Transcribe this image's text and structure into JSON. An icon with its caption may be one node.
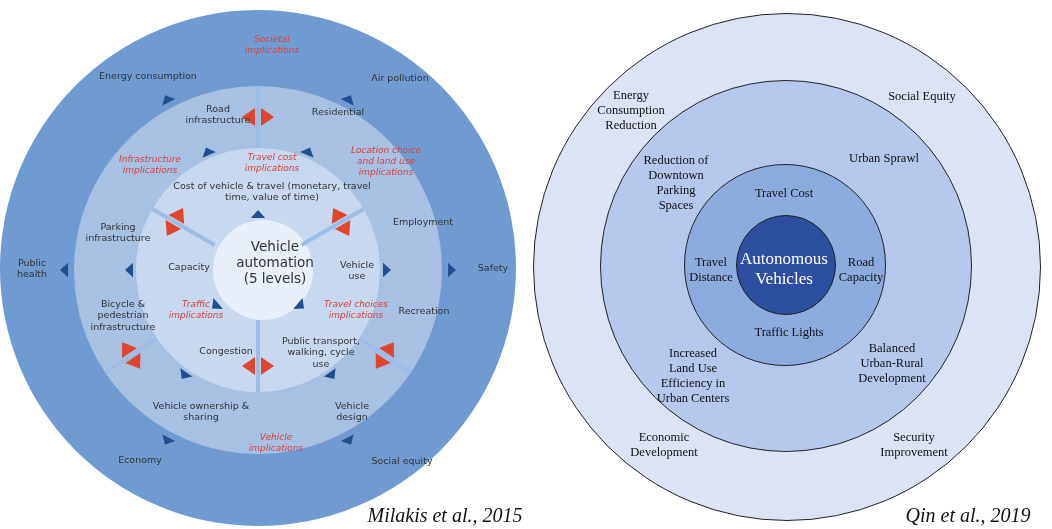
{
  "diagram": {
    "nodes": [
      {
        "text": [],
        "shape": "circle"
      },
      {
        "text": [],
        "shape": "circle",
        "in": 0
      },
      {
        "text": [],
        "shape": "circle",
        "in": 1
      },
      {
        "text": [
          "Vehicle automation (5 levels)"
        ],
        "in": 2
      },
      {
        "text": [],
        "shape": "circle"
      },
      {
        "text": [],
        "shape": "circle",
        "in": 4
      },
      {
        "text": [],
        "shape": "circle",
        "in": 5
      },
      {
        "text": [
          "Autonomous Vehicles"
        ],
        "in": 6
      }
    ],
    "edges": [],
    "labels": [
      "Societal implications",
      "Energy consumption",
      "Air pollution",
      "Road infrastructure",
      "Residential",
      "Infrastructure implications",
      "Travel cost implications",
      "Location choice and land use implications",
      "Cost of vehicle & travel (monetary, travel time, value of time)",
      "Parking infrastructure",
      "Employment",
      "Public health",
      "Capacity",
      "Vehicle use",
      "Safety",
      "Bicycle & pedestrian infrastructure",
      "Traffic implications",
      "Travel choices implications",
      "Recreation",
      "Congestion",
      "Public transport, walking, cycle use",
      "Vehicle ownership & sharing",
      "Vehicle design",
      "Vehicle implications",
      "Economy",
      "Social equity",
      "Energy Consumption Reduction",
      "Social Equity",
      "Reduction of Downtown Parking Spaces",
      "Urban Sprawl",
      "Travel Cost",
      "Travel Distance",
      "Road Capacity",
      "Traffic Lights",
      "Increased Land Use Efficiency in Urban Centers",
      "Balanced Urban-Rural Development",
      "Economic Development",
      "Security Improvement",
      "Milakis et al., 2015",
      "Qin et al., 2019"
    ]
  }
}
